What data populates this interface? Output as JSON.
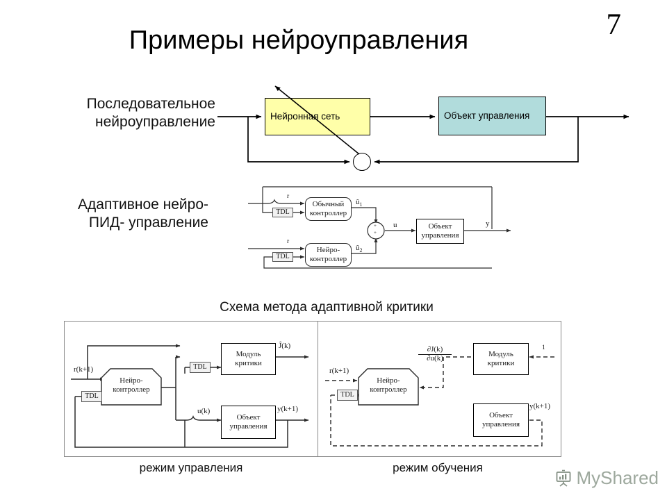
{
  "slide": {
    "number": "7",
    "title": "Примеры нейроуправления"
  },
  "section1": {
    "label": "Последовательное\nнейроуправление",
    "blocks": {
      "neural_net": "Нейронная\nсеть",
      "plant": "Объект\nуправления"
    },
    "colors": {
      "neural_net_fill": "#ffffa9",
      "plant_fill": "#b1dcdc",
      "stroke": "#000000"
    }
  },
  "section2": {
    "label": "Адаптивное  нейро-\nПИД- управление",
    "blocks": {
      "classic_controller": "Обычный\nконтроллер",
      "neuro_controller": "Нейро-\nконтроллер",
      "plant": "Объект\nуправления",
      "tdl": "TDL"
    },
    "signals": {
      "r_top": "r",
      "r_bottom": "r",
      "u_hat1": "û",
      "u_hat1_sub": "1",
      "u_hat2": "û",
      "u_hat2_sub": "2",
      "u": "u",
      "y": "y",
      "sum_plus_top": "+",
      "sum_plus_bottom": "+"
    }
  },
  "section3": {
    "title": "Схема метода адаптивной критики",
    "left": {
      "caption": "режим управления",
      "blocks": {
        "neuro_controller": "Нейро-\nконтроллер",
        "critic_module": "Модуль\nкритики",
        "plant": "Объект\nуправления",
        "tdl_input": "TDL",
        "tdl_feedback": "TDL"
      },
      "signals": {
        "r": "r(k+1)",
        "j_hat": "Ĵ(k)",
        "u": "u(k)",
        "y": "y(k+1)"
      }
    },
    "right": {
      "caption": "режим обучения",
      "blocks": {
        "neuro_controller": "Нейро-\nконтроллер",
        "critic_module": "Модуль\nкритики",
        "plant": "Объект\nуправления",
        "tdl_feedback": "TDL"
      },
      "signals": {
        "r": "r(k+1)",
        "y": "y(k+1)",
        "one": "1",
        "grad_num": "∂J(k)",
        "grad_den": "∂u(k)"
      }
    }
  },
  "watermark": {
    "text": "MyShared",
    "icon": "presentation-board-icon",
    "color": "#8d9a8d"
  }
}
